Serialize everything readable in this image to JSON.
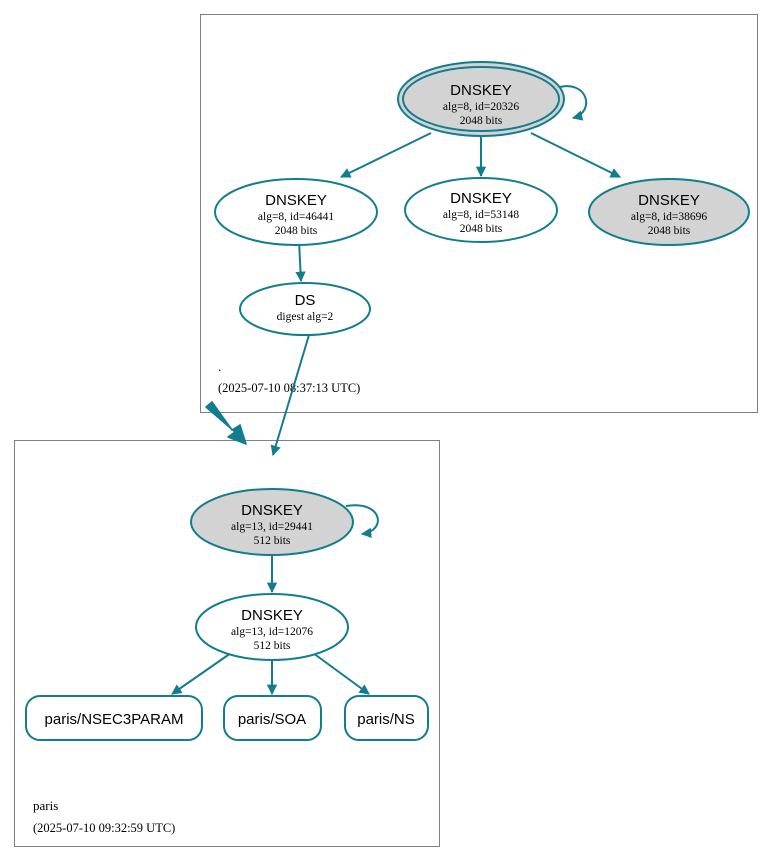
{
  "diagram": {
    "type": "dnssec-chain-of-trust",
    "colors": {
      "edge": "#117d8e",
      "node_stroke": "#117d8e",
      "secure_fill": "#d3d3d3",
      "insecure_fill": "#ffffff",
      "cluster_border": "#808080",
      "text": "#000000"
    }
  },
  "zones": [
    {
      "id": "root",
      "name": ".",
      "timestamp": "(2025-07-10 08:37:13 UTC)"
    },
    {
      "id": "paris",
      "name": "paris",
      "timestamp": "(2025-07-10 09:32:59 UTC)"
    }
  ],
  "nodes": {
    "root_ksk": {
      "title": "DNSKEY",
      "line2": "alg=8, id=20326",
      "line3": "2048 bits"
    },
    "root_zsk_46441": {
      "title": "DNSKEY",
      "line2": "alg=8, id=46441",
      "line3": "2048 bits"
    },
    "root_zsk_53148": {
      "title": "DNSKEY",
      "line2": "alg=8, id=53148",
      "line3": "2048 bits"
    },
    "root_zsk_38696": {
      "title": "DNSKEY",
      "line2": "alg=8, id=38696",
      "line3": "2048 bits"
    },
    "root_ds": {
      "title": "DS",
      "line2": "digest alg=2"
    },
    "paris_ksk": {
      "title": "DNSKEY",
      "line2": "alg=13, id=29441",
      "line3": "512 bits"
    },
    "paris_zsk": {
      "title": "DNSKEY",
      "line2": "alg=13, id=12076",
      "line3": "512 bits"
    }
  },
  "rrsets": [
    {
      "id": "paris_nsec3param",
      "label": "paris/NSEC3PARAM"
    },
    {
      "id": "paris_soa",
      "label": "paris/SOA"
    },
    {
      "id": "paris_ns",
      "label": "paris/NS"
    }
  ]
}
